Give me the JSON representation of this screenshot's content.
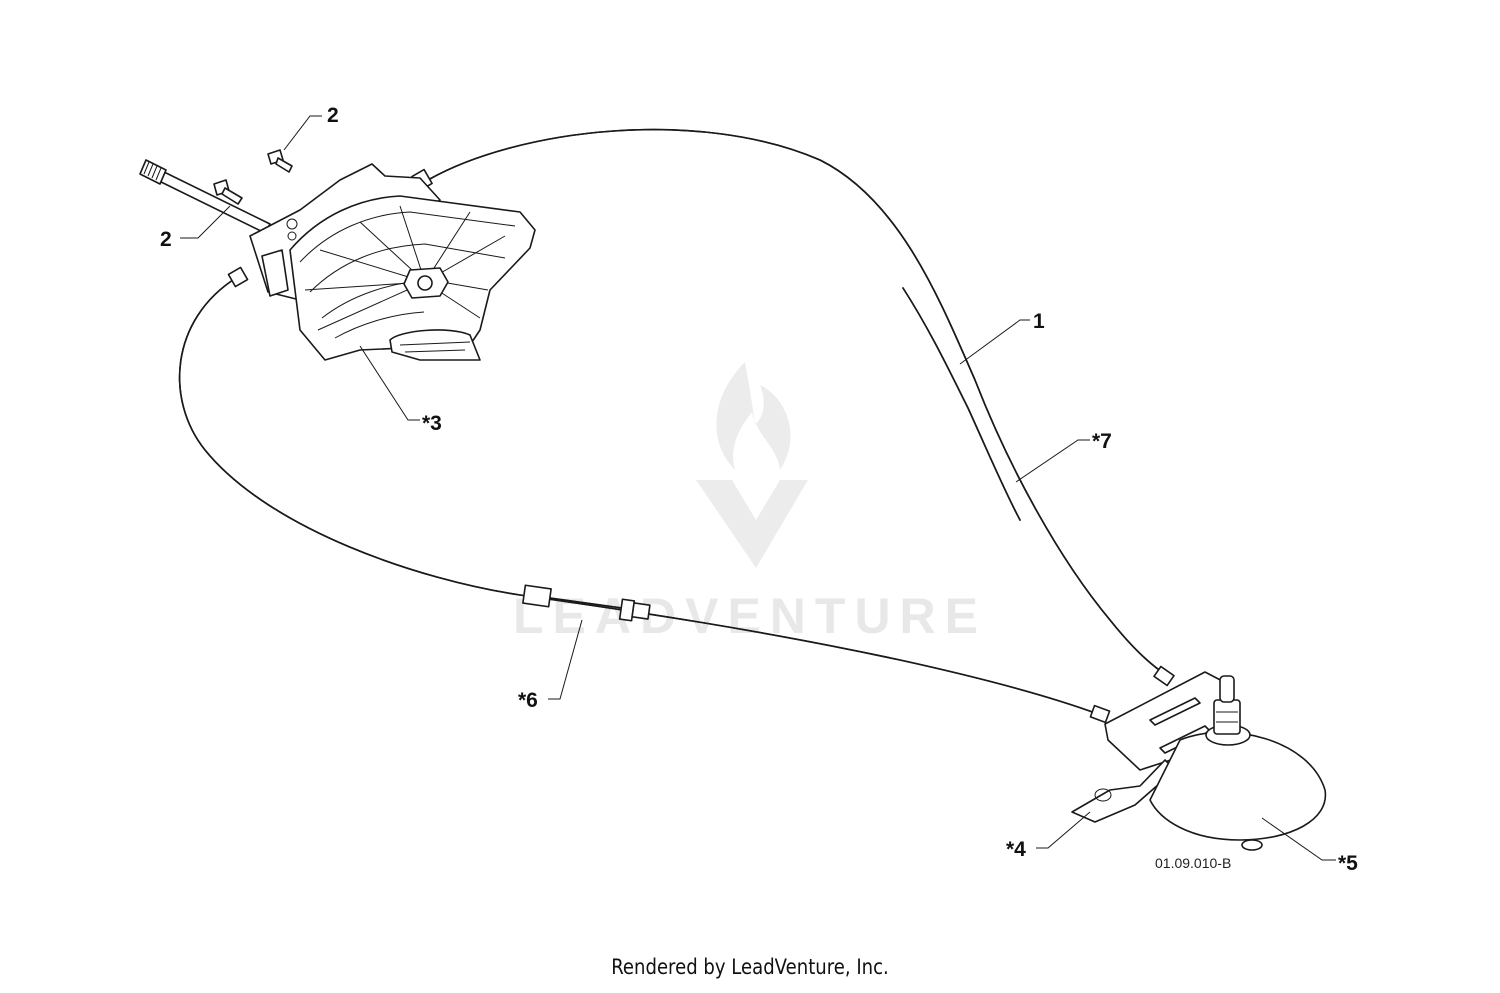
{
  "callouts": {
    "c1": "1",
    "c2a": "2",
    "c2b": "2",
    "c3": "*3",
    "c4": "*4",
    "c5": "*5",
    "c6": "*6",
    "c7": "*7"
  },
  "drawing_code": "01.09.010-B",
  "watermark": "LEADVENTURE",
  "footer": "Rendered by LeadVenture, Inc."
}
